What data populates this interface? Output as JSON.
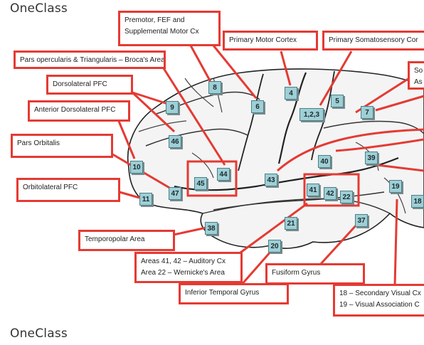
{
  "brand": {
    "name": "OneClass"
  },
  "colors": {
    "callout_border": "#e53a33",
    "badge_fill": "#9ecfd6",
    "badge_border": "#4d7f86",
    "sulcus_line": "#222222"
  },
  "callouts": {
    "premotor": [
      "Premotor, FEF and",
      "Supplemental Motor Cx"
    ],
    "primary_motor": "Primary Motor Cortex",
    "primary_somatosensory": "Primary Somatosensory Cor",
    "broca": "Pars opercularis & Triangularis – Broca's Area",
    "dorsolateral": "Dorsolateral PFC",
    "anterior_dorsolateral": "Anterior Dorsolateral PFC",
    "pars_orbitalis": "Pars Orbitalis",
    "orbitolateral": "Orbitolateral PFC",
    "temporopolar": "Temporopolar Area",
    "auditory": [
      "Areas 41, 42 – Auditory Cx",
      "Area 22 – Wernicke's Area"
    ],
    "fusiform": "Fusiform Gyrus",
    "inferior_temporal": "Inferior Temporal Gyrus",
    "visual": [
      "18 – Secondary Visual Cx",
      "19 – Visual Association C"
    ],
    "somatosensory_assoc": [
      "So",
      "As"
    ]
  },
  "areas": {
    "a8": "8",
    "a6": "6",
    "a4": "4",
    "a5": "5",
    "a7": "7",
    "a123": "1,2,3",
    "a9": "9",
    "a46": "46",
    "a10": "10",
    "a47": "47",
    "a11": "11",
    "a45": "45",
    "a44": "44",
    "a43": "43",
    "a40": "40",
    "a39": "39",
    "a41": "41",
    "a42": "42",
    "a22": "22",
    "a19": "19",
    "a18": "18",
    "a38": "38",
    "a21": "21",
    "a37": "37",
    "a20": "20"
  }
}
